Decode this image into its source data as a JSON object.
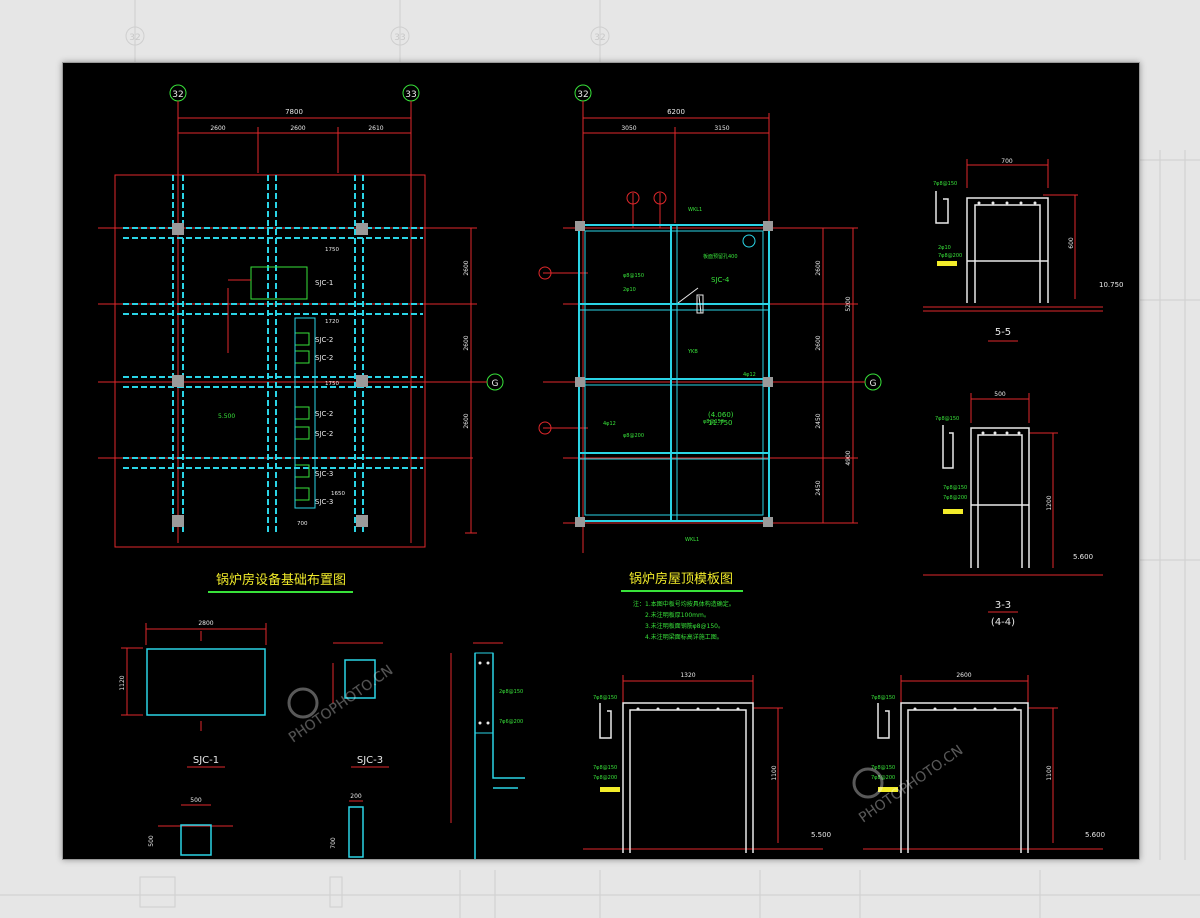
{
  "background": {
    "grid_labels": [
      "32",
      "33",
      "32"
    ]
  },
  "plan_foundation": {
    "title": "锅炉房设备基础布置图",
    "axis_left": "32",
    "axis_right": "33",
    "axis_row": "G",
    "dim_total": "7800",
    "dim_segments": [
      "2600",
      "2600",
      "2610"
    ],
    "dim_right": [
      "2600",
      "2600",
      "2600"
    ],
    "labels": [
      "SJC-1",
      "SJC-2",
      "SJC-2",
      "SJC-2",
      "SJC-2",
      "SJC-3",
      "SJC-3"
    ],
    "inner_dims": [
      "1750",
      "1720",
      "1750",
      "1650",
      "700"
    ],
    "elevation": "5.500"
  },
  "plan_roof": {
    "title": "锅炉房屋顶模板图",
    "axis_top": "32",
    "axis_row": "G",
    "dim_total": "6200",
    "dim_segments": [
      "3050",
      "3150"
    ],
    "dim_right": [
      "2600",
      "2600",
      "2450",
      "2450"
    ],
    "dim_right_total": [
      "5200",
      "4900"
    ],
    "tags": [
      "SJC-4"
    ],
    "elevations": [
      "(4.060)",
      "11.750"
    ],
    "notes": [
      "注：1.本图中板号均按具体构造确定。",
      "2.未注明板厚100mm。",
      "3.未注明板面钢筋φ8@150。",
      "4.未注明梁面标高详施工图。"
    ]
  },
  "sections": {
    "s55": {
      "title": "5-5",
      "dim_w": "700",
      "dim_h": "600",
      "elev": "10.750"
    },
    "s33": {
      "title": "3-3",
      "subtitle": "(4-4)",
      "dim_w": "500",
      "dim_h": "1200",
      "elev": "5.600"
    },
    "s_mid": {
      "dim_w": "1320",
      "dim_h": "1100",
      "elev": "5.500"
    },
    "s_right": {
      "dim_w": "2600",
      "dim_h": "1100",
      "elev": "5.600"
    }
  },
  "details": {
    "sjc1": {
      "title": "SJC-1",
      "dim_w": "2800",
      "dim_h": "1120"
    },
    "sjc3": {
      "title": "SJC-3"
    },
    "small_dims": [
      "500",
      "500",
      "200",
      "700"
    ]
  },
  "watermark": {
    "text": "PHOTOPHOTO.CN"
  },
  "colors": {
    "cyan": "#2ad4e6",
    "red": "#e0282b",
    "green": "#38e23a",
    "yellow": "#f2ec2a",
    "white": "#e9e9e9"
  }
}
